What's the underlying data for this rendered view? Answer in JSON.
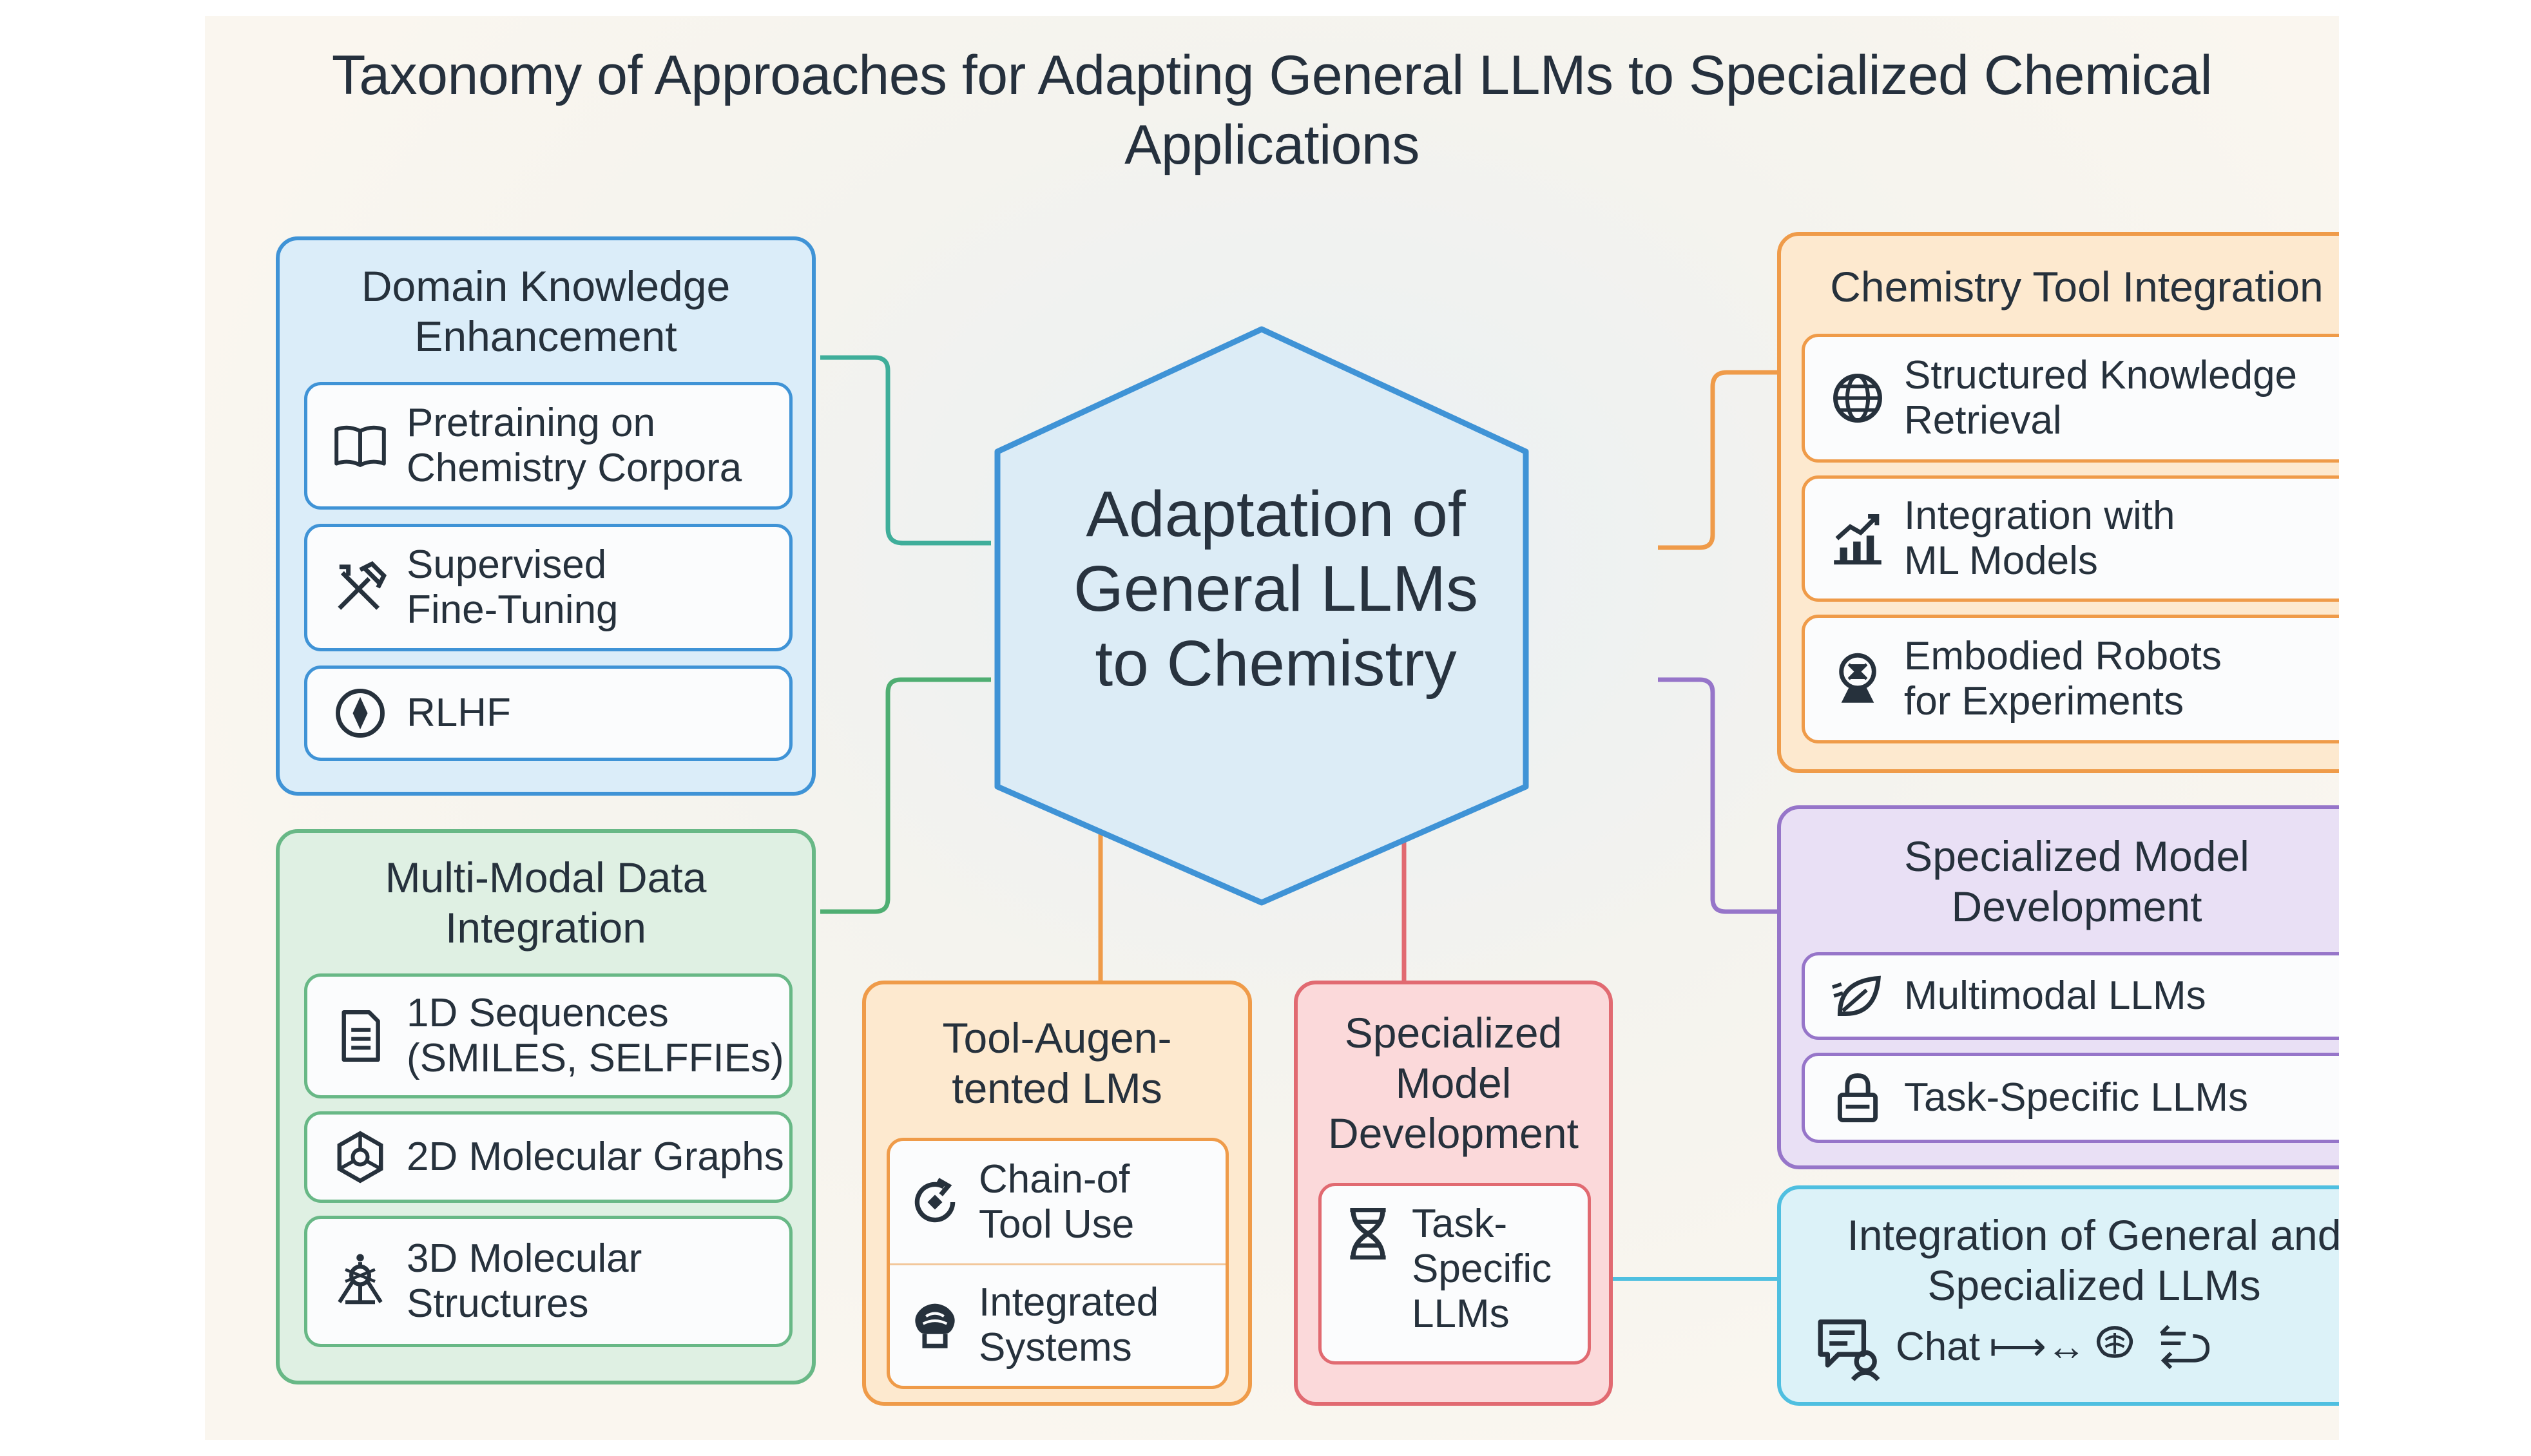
{
  "title": "Taxonomy of Approaches for Adapting General LLMs to Specialized Chemical Applications",
  "hub": {
    "label": "Adaptation of\nGeneral LLMs\nto Chemistry"
  },
  "groups": {
    "domain": {
      "title": "Domain Knowledge\nEnhancement",
      "color": "#3f93d6",
      "items": [
        {
          "label": "Pretraining on\nChemistry Corpora",
          "icon": "book-icon"
        },
        {
          "label": "Supervised\nFine-Tuning",
          "icon": "tools-icon"
        },
        {
          "label": "RLHF",
          "icon": "compass-icon"
        }
      ]
    },
    "multimodal": {
      "title": "Multi-Modal Data\nIntegration",
      "color": "#68b886",
      "items": [
        {
          "label": "1D Sequences\n(SMILES, SELFFIEs)",
          "icon": "document-icon"
        },
        {
          "label": "2D Molecular Graphs",
          "icon": "molecule-graph-icon"
        },
        {
          "label": "3D Molecular\nStructures",
          "icon": "molecule-3d-icon"
        }
      ]
    },
    "tool_augmented": {
      "title": "Tool-Augen-\ntented LMs",
      "color": "#ef9b49",
      "items": [
        {
          "label": "Chain-of\nTool Use",
          "icon": "refresh-icon"
        },
        {
          "label": "Integrated\nSystems",
          "icon": "brain-icon"
        }
      ]
    },
    "specialized_mid": {
      "title": "Specialized\nModel\nDevelopment",
      "color": "#e16a71",
      "items": [
        {
          "label": "Task-\nSpecific\nLLMs",
          "icon": "dna-icon"
        }
      ]
    },
    "tool_integration": {
      "title": "Chemistry Tool Integration",
      "color": "#ef9b49",
      "items": [
        {
          "label": "Structured Knowledge\nRetrieval",
          "icon": "globe-icon"
        },
        {
          "label": "Integration with\nML Models",
          "icon": "chart-icon"
        },
        {
          "label": "Embodied Robots\nfor Experiments",
          "icon": "robot-icon"
        }
      ]
    },
    "specialized_right": {
      "title": "Specialized Model\nDevelopment",
      "color": "#9675c9",
      "items": [
        {
          "label": "Multimodal LLMs",
          "icon": "leaf-icon"
        },
        {
          "label": "Task-Specific LLMs",
          "icon": "lock-icon"
        }
      ]
    },
    "integration": {
      "title": "Integration of General and\nSpecialized LLMs",
      "color": "#4fbfe0",
      "chat_label": "Chat",
      "chat_symbols": "⟼↔",
      "icon": "chat-icon"
    }
  }
}
